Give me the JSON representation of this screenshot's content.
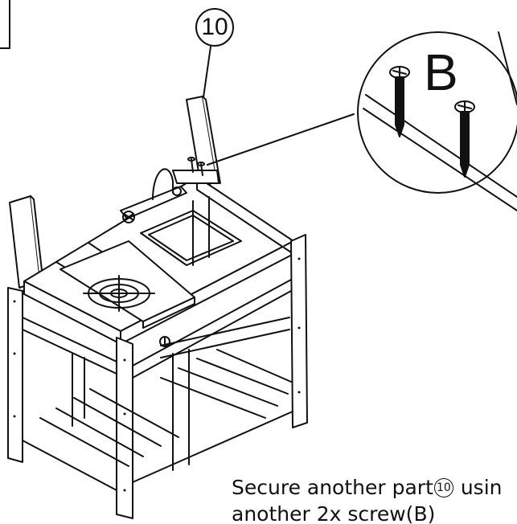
{
  "callout": {
    "part_number": "10",
    "screw_letter": "B"
  },
  "instruction": {
    "line1_before": "Secure another part",
    "line1_part": "10",
    "line1_after": " usin",
    "line2": "another 2x screw(B)"
  },
  "colors": {
    "ink": "#111111",
    "background": "#ffffff"
  }
}
